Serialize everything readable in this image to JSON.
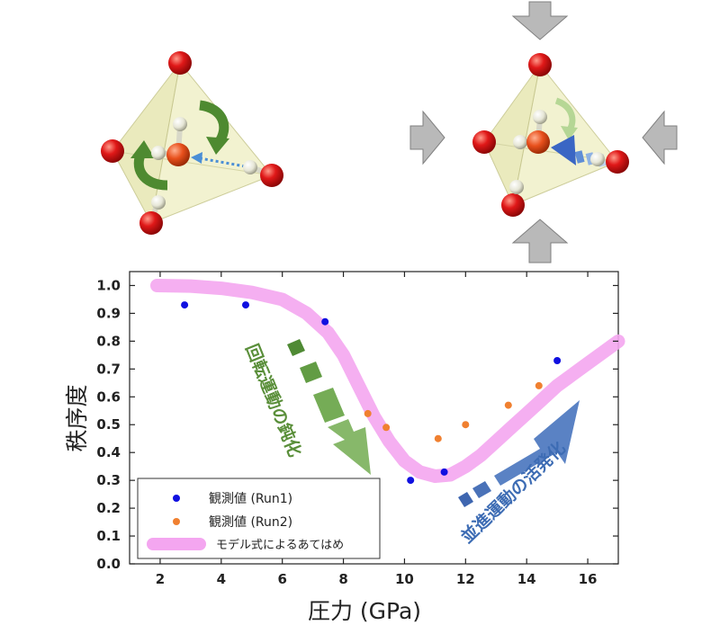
{
  "chart_data": {
    "type": "scatter",
    "xlabel": "圧力 (GPa)",
    "ylabel": "秩序度",
    "xlim": [
      1,
      17
    ],
    "ylim": [
      0,
      1.05
    ],
    "x_ticks": [
      2,
      4,
      6,
      8,
      10,
      12,
      14,
      16
    ],
    "y_ticks": [
      0.0,
      0.1,
      0.2,
      0.3,
      0.4,
      0.5,
      0.6,
      0.7,
      0.8,
      0.9,
      1.0
    ],
    "x_tick_labels": [
      "2",
      "4",
      "6",
      "8",
      "10",
      "12",
      "14",
      "16"
    ],
    "y_tick_labels": [
      "0.0",
      "0.1",
      "0.2",
      "0.3",
      "0.4",
      "0.5",
      "0.6",
      "0.7",
      "0.8",
      "0.9",
      "1.0"
    ],
    "grid": false,
    "legend_position": "bottom-left",
    "series": [
      {
        "name": "観測値 (Run1)",
        "color": "#1010e0",
        "marker": "circle",
        "x": [
          2.8,
          4.8,
          7.4,
          10.2,
          11.3,
          15.0
        ],
        "y": [
          0.93,
          0.93,
          0.87,
          0.3,
          0.33,
          0.73
        ]
      },
      {
        "name": "観測値 (Run2)",
        "color": "#f08030",
        "marker": "circle",
        "x": [
          8.8,
          9.4,
          11.1,
          12.0,
          13.4,
          14.4
        ],
        "y": [
          0.54,
          0.49,
          0.45,
          0.5,
          0.57,
          0.64
        ]
      },
      {
        "name": "モデル式によるあてはめ",
        "color": "#f4a6f0",
        "style": "thick-line",
        "x": [
          1.9,
          3.0,
          4.0,
          5.0,
          6.0,
          6.8,
          7.5,
          8.0,
          8.5,
          9.0,
          9.5,
          10.0,
          10.5,
          11.0,
          11.5,
          12.0,
          12.5,
          13.0,
          13.5,
          14.0,
          14.5,
          15.0,
          15.5,
          16.0,
          16.5,
          17.0
        ],
        "y": [
          1.0,
          0.998,
          0.99,
          0.975,
          0.95,
          0.9,
          0.83,
          0.75,
          0.64,
          0.53,
          0.44,
          0.37,
          0.33,
          0.315,
          0.32,
          0.35,
          0.39,
          0.44,
          0.49,
          0.54,
          0.59,
          0.64,
          0.68,
          0.72,
          0.76,
          0.8
        ]
      }
    ],
    "annotations": [
      {
        "text": "回転運動の鈍化",
        "color": "#5a8f3a"
      },
      {
        "text": "並進運動の活発化",
        "color": "#3d6cb4"
      }
    ]
  },
  "colors": {
    "rotation_arrow": "#6a9a48",
    "translation_arrow": "#4a72b8",
    "oxygen": "#d81818",
    "hydrogen": "#ececdf",
    "tetra_face": "#eeeec4",
    "press_arrow": "#b8b8b8"
  },
  "icons": [
    "water-molecule-icon",
    "rotation-arrow-icon",
    "pressure-arrow-icon"
  ]
}
